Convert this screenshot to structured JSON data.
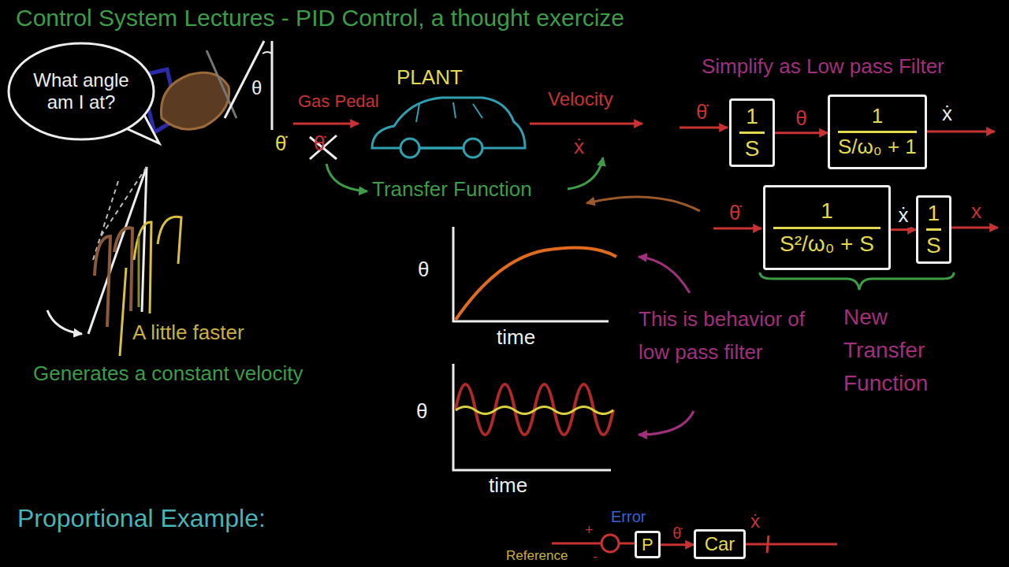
{
  "diagram": {
    "title": "Control System Lectures - PID Control, a thought exercize",
    "nodes": [
      {
        "text": [
          "What angle am I at?"
        ]
      },
      {
        "text": [
          "1",
          "S"
        ]
      },
      {
        "text": [
          "1",
          "S/ω₀ + 1"
        ]
      },
      {
        "text": [
          "1",
          "S²/ω₀ + S"
        ]
      },
      {
        "text": [
          "1",
          "S"
        ]
      },
      {
        "text": [
          "P"
        ]
      },
      {
        "text": [
          "Car"
        ]
      }
    ],
    "edges": [
      {
        "from": 1,
        "to": 2,
        "label": "θ",
        "arrow": "to"
      },
      {
        "from": 3,
        "to": 4,
        "label": "ẋ",
        "arrow": "to"
      },
      {
        "from": 5,
        "to": 6,
        "label": "θ̇",
        "arrow": "to"
      }
    ],
    "labels": [
      "θ",
      "Gas Pedal",
      "PLANT",
      "Velocity",
      "θ̇",
      "θ̇",
      "ẋ",
      "Transfer Function",
      "Simplify as Low pass Filter",
      "θ̇",
      "ẋ",
      "θ̇",
      "x",
      "New Transfer Function",
      "θ",
      "time",
      "θ",
      "time",
      "This is behavior of low pass filter",
      "A little faster",
      "Generates a constant velocity",
      "Proportional Example:",
      "+",
      "-",
      "Error",
      "Reference",
      "ẋ"
    ]
  }
}
